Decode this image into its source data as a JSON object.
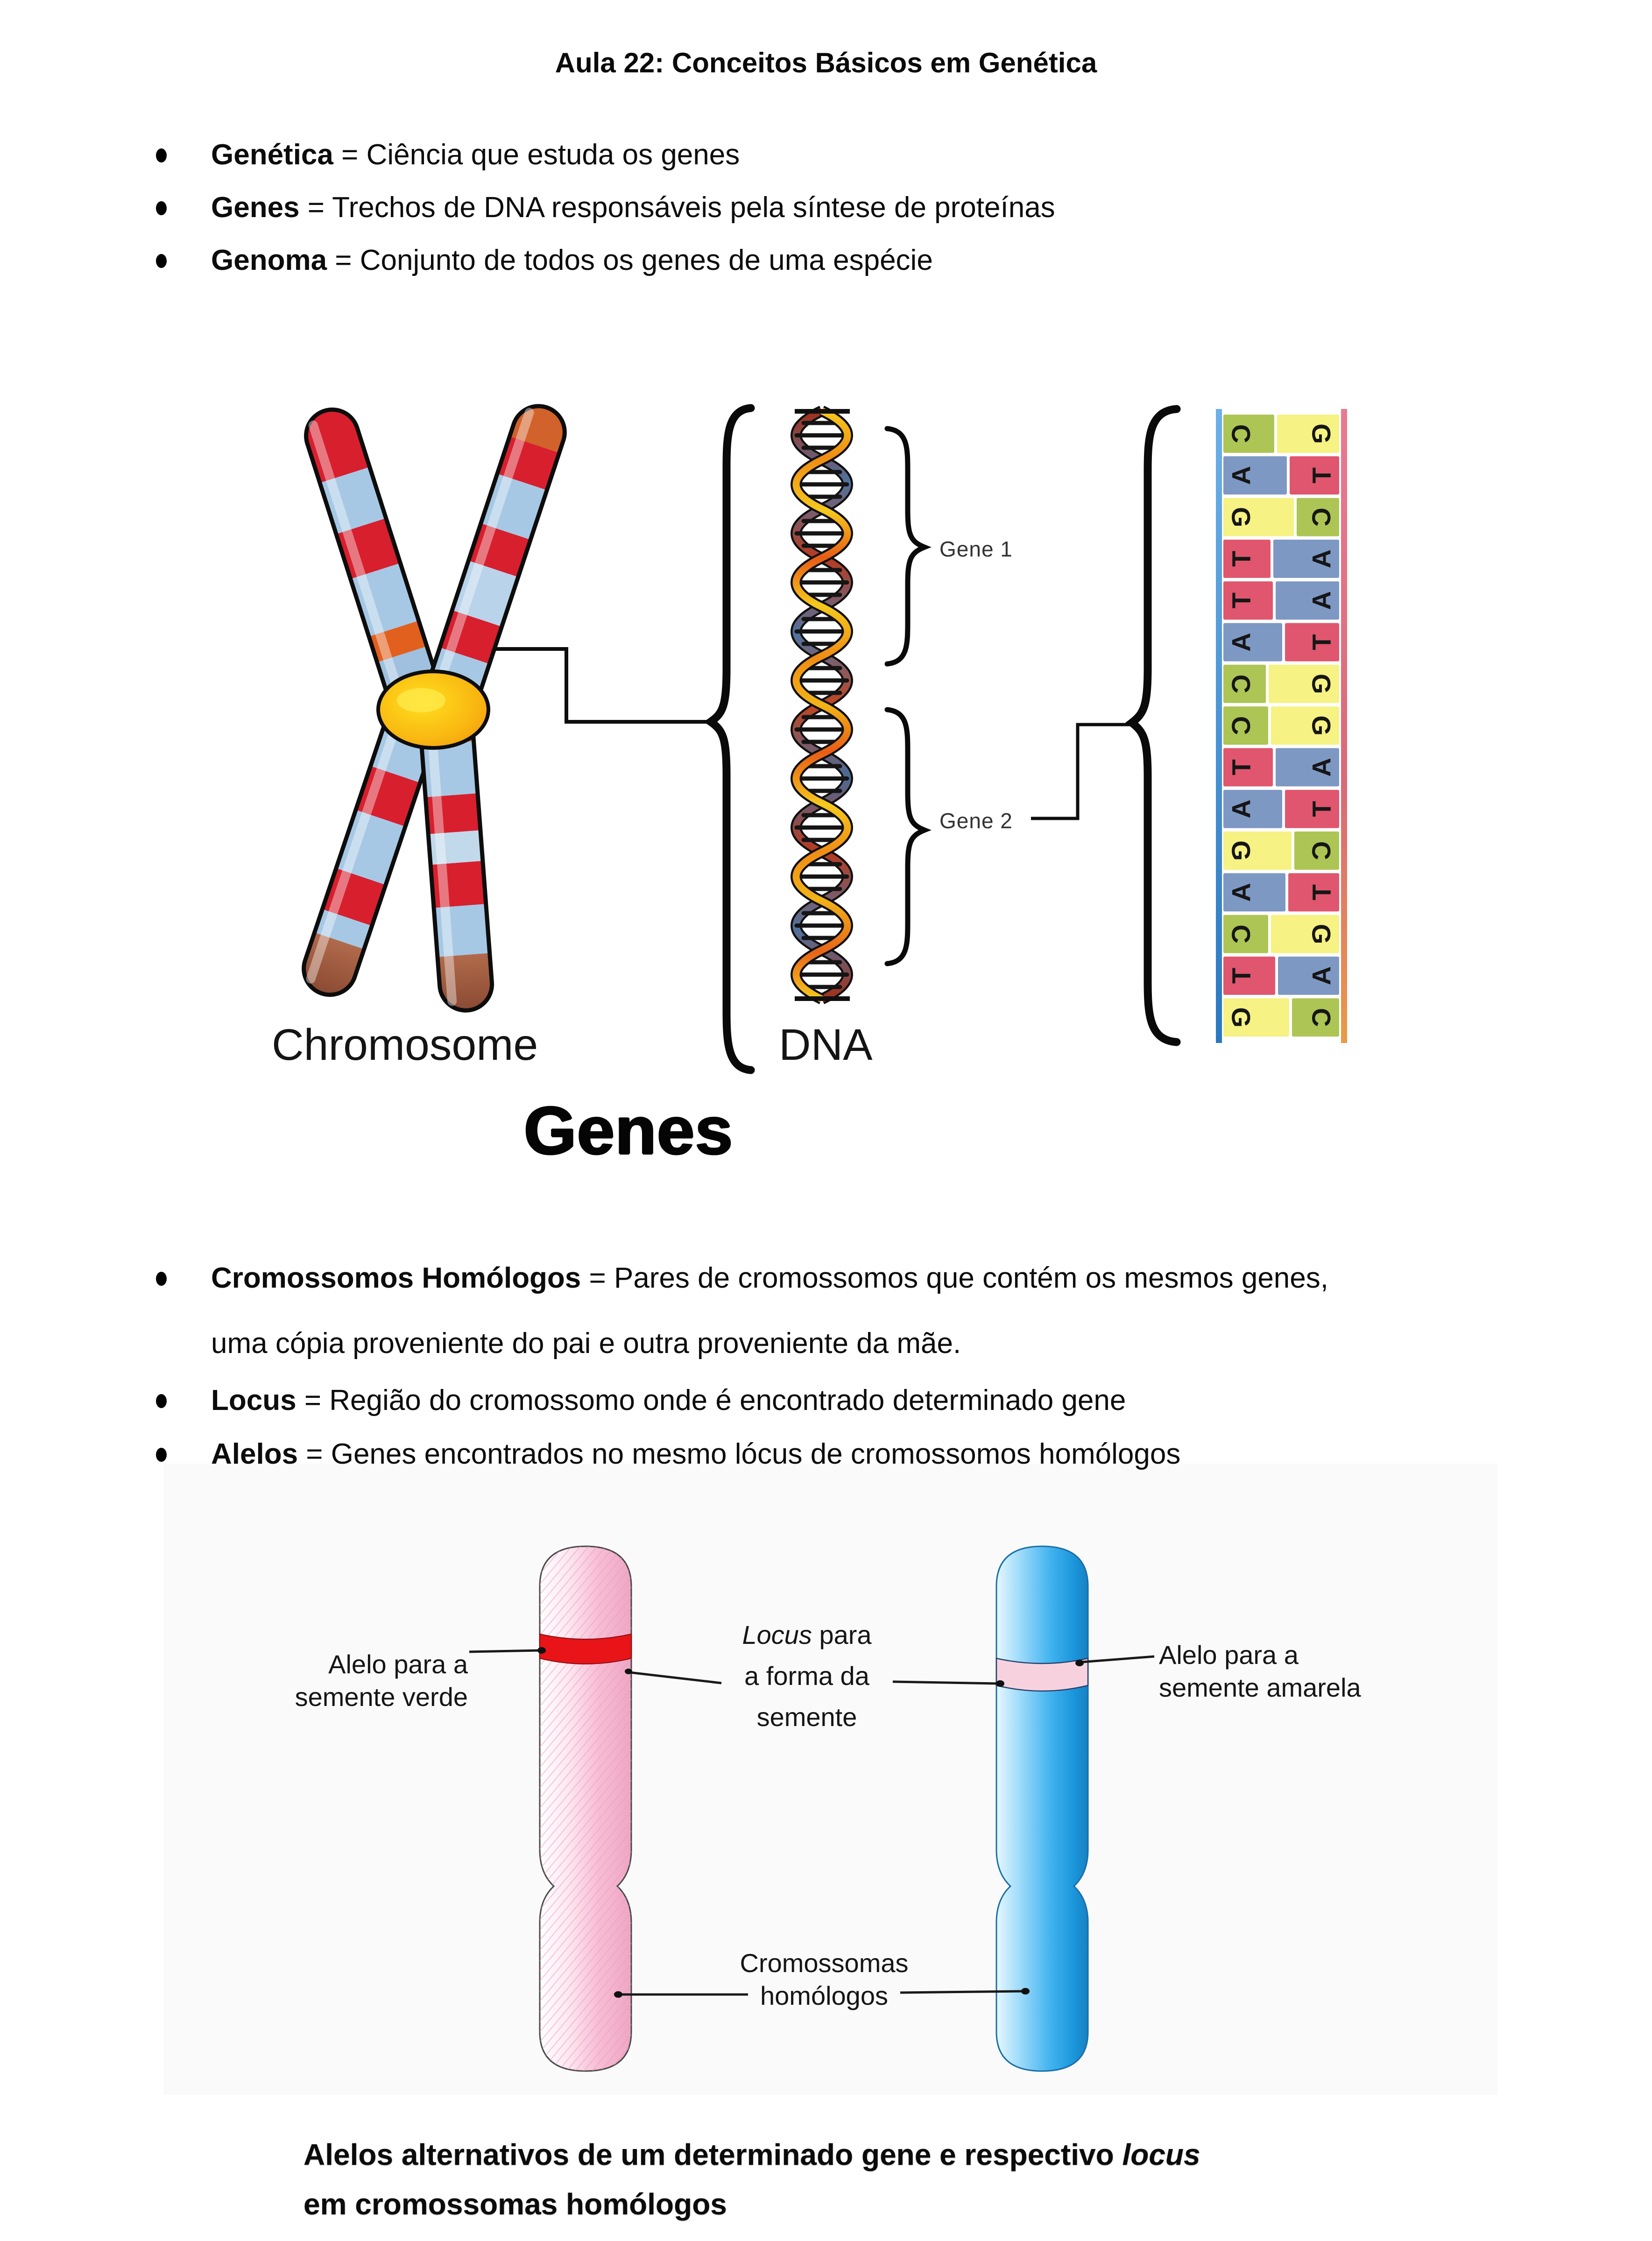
{
  "page": {
    "title": "Aula 22: Conceitos Básicos em Genética"
  },
  "definitions_top": [
    {
      "term": "Genética",
      "rest": "= Ciência que estuda os genes"
    },
    {
      "term": "Genes",
      "rest": "= Trechos de DNA responsáveis pela síntese de proteínas"
    },
    {
      "term": "Genoma",
      "rest": "= Conjunto de todos os genes de uma espécie"
    }
  ],
  "figure1": {
    "chromosome_label": "Chromosome",
    "dna_label": "DNA",
    "gene1_label": "Gene 1",
    "gene2_label": "Gene 2",
    "heading": "Genes",
    "base_pairs": [
      [
        "C",
        "G"
      ],
      [
        "A",
        "T"
      ],
      [
        "G",
        "C"
      ],
      [
        "T",
        "A"
      ],
      [
        "T",
        "A"
      ],
      [
        "A",
        "T"
      ],
      [
        "C",
        "G"
      ],
      [
        "C",
        "G"
      ],
      [
        "T",
        "A"
      ],
      [
        "A",
        "T"
      ],
      [
        "G",
        "C"
      ],
      [
        "A",
        "T"
      ],
      [
        "C",
        "G"
      ],
      [
        "T",
        "A"
      ],
      [
        "G",
        "C"
      ]
    ],
    "base_colors": {
      "A": "#7e98c4",
      "T": "#e0566e",
      "G": "#f6f283",
      "C": "#adc554"
    },
    "letter_color": "#161616"
  },
  "definitions_mid": [
    {
      "term": "Cromossomos Homólogos",
      "rest": "= Pares de cromossomos que contém os mesmos genes,",
      "rest2": "uma cópia proveniente do pai e outra proveniente da mãe."
    },
    {
      "term": "Locus",
      "rest": "= Região do cromossomo onde é encontrado determinado gene"
    },
    {
      "term": "Alelos",
      "rest": "= Genes encontrados no mesmo lócus de cromossomos homólogos"
    }
  ],
  "figure2": {
    "left_label_line1": "Alelo para a",
    "left_label_line2": "semente verde",
    "center_label_italic": "Locus",
    "center_label_rest": " para",
    "center_label_line2": "a forma da",
    "center_label_line3": "semente",
    "right_label_line1": "Alelo para a",
    "right_label_line2": "semente amarela",
    "homologs_line1": "Cromossomas",
    "homologs_line2": "homólogos",
    "colors": {
      "green_allele_band": "#e81418",
      "yellow_allele_band": "#f7d2de",
      "maternal_chromosome": "#f7bcd4",
      "paternal_chromosome": "#3fb2ee"
    }
  },
  "bottom_caption": {
    "line1_normal": "Alelos alternativos de um determinado gene e respectivo ",
    "line1_italic": "locus",
    "line2": "em cromossomas homólogos"
  }
}
